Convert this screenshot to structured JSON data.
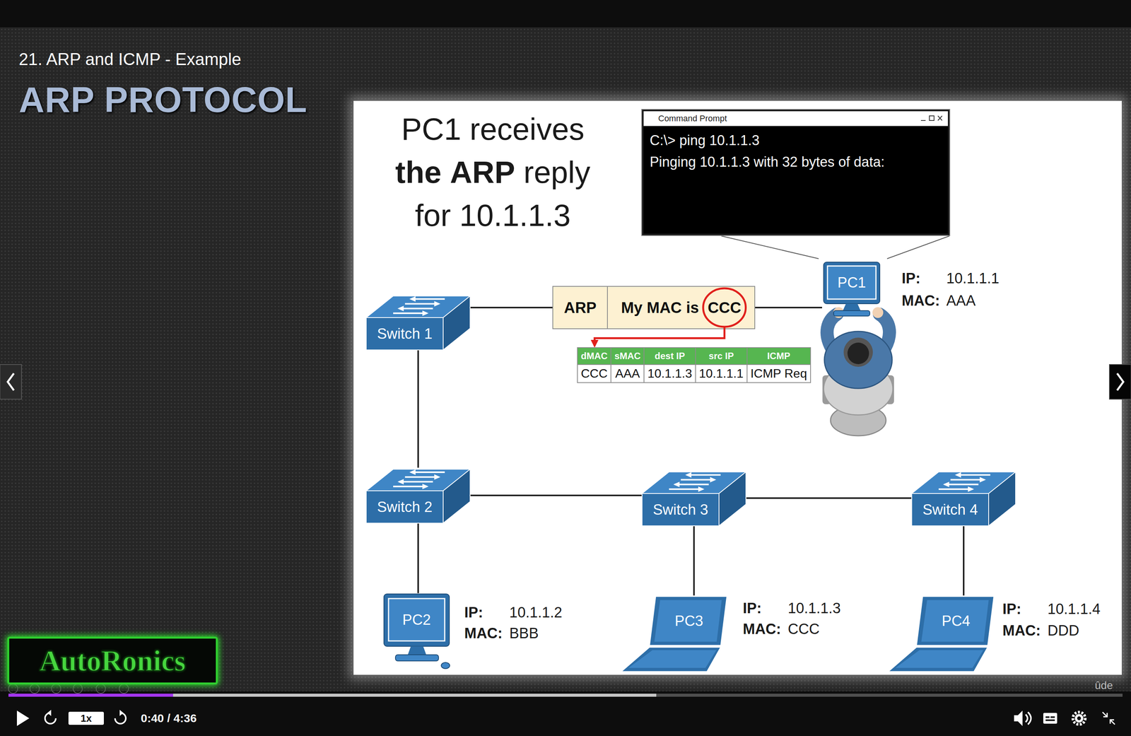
{
  "diagram": {
    "title": "ARP PROTOCOL",
    "nodes": [
      {
        "text": [
          "Command Prompt",
          "C:\\> ping 10.1.1.3",
          "Pinging 10.1.1.3 with 32 bytes of data:"
        ]
      },
      {
        "text": [
          "ARP",
          "My MAC is CCC"
        ]
      },
      {
        "text": [
          "PC1"
        ]
      },
      {
        "text": [
          "Switch 1"
        ]
      },
      {
        "text": [
          "Switch 2"
        ]
      },
      {
        "text": [
          "Switch 3"
        ]
      },
      {
        "text": [
          "Switch 4"
        ]
      },
      {
        "text": [
          "PC2"
        ]
      },
      {
        "text": [
          "PC3"
        ]
      },
      {
        "text": [
          "PC4"
        ]
      },
      {
        "text": [
          "AutoRonics"
        ]
      },
      {
        "text": [
          "1x"
        ]
      }
    ],
    "edges": [
      {
        "from": 3,
        "to": 1,
        "arrow": "none"
      },
      {
        "from": 1,
        "to": 2,
        "arrow": "none"
      },
      {
        "from": 3,
        "to": 4,
        "arrow": "none"
      },
      {
        "from": 4,
        "to": 5,
        "arrow": "none"
      },
      {
        "from": 5,
        "to": 6,
        "arrow": "none"
      },
      {
        "from": 4,
        "to": 7,
        "arrow": "none"
      },
      {
        "from": 5,
        "to": 8,
        "arrow": "none"
      },
      {
        "from": 6,
        "to": 9,
        "arrow": "none"
      }
    ],
    "labels": [
      "21. ARP and ICMP - Example",
      "PC1 receives the ARP reply for 10.1.1.3",
      "dMAC",
      "sMAC",
      "dest IP",
      "src IP",
      "ICMP",
      "CCC",
      "AAA",
      "10.1.1.3",
      "10.1.1.1",
      "ICMP Req",
      "IP:",
      "10.1.1.1",
      "MAC:",
      "AAA",
      "IP:",
      "10.1.1.2",
      "MAC:",
      "BBB",
      "IP:",
      "10.1.1.3",
      "MAC:",
      "CCC",
      "IP:",
      "10.1.1.4",
      "MAC:",
      "DDD",
      "0:40 / 4:36",
      "ûde"
    ]
  }
}
